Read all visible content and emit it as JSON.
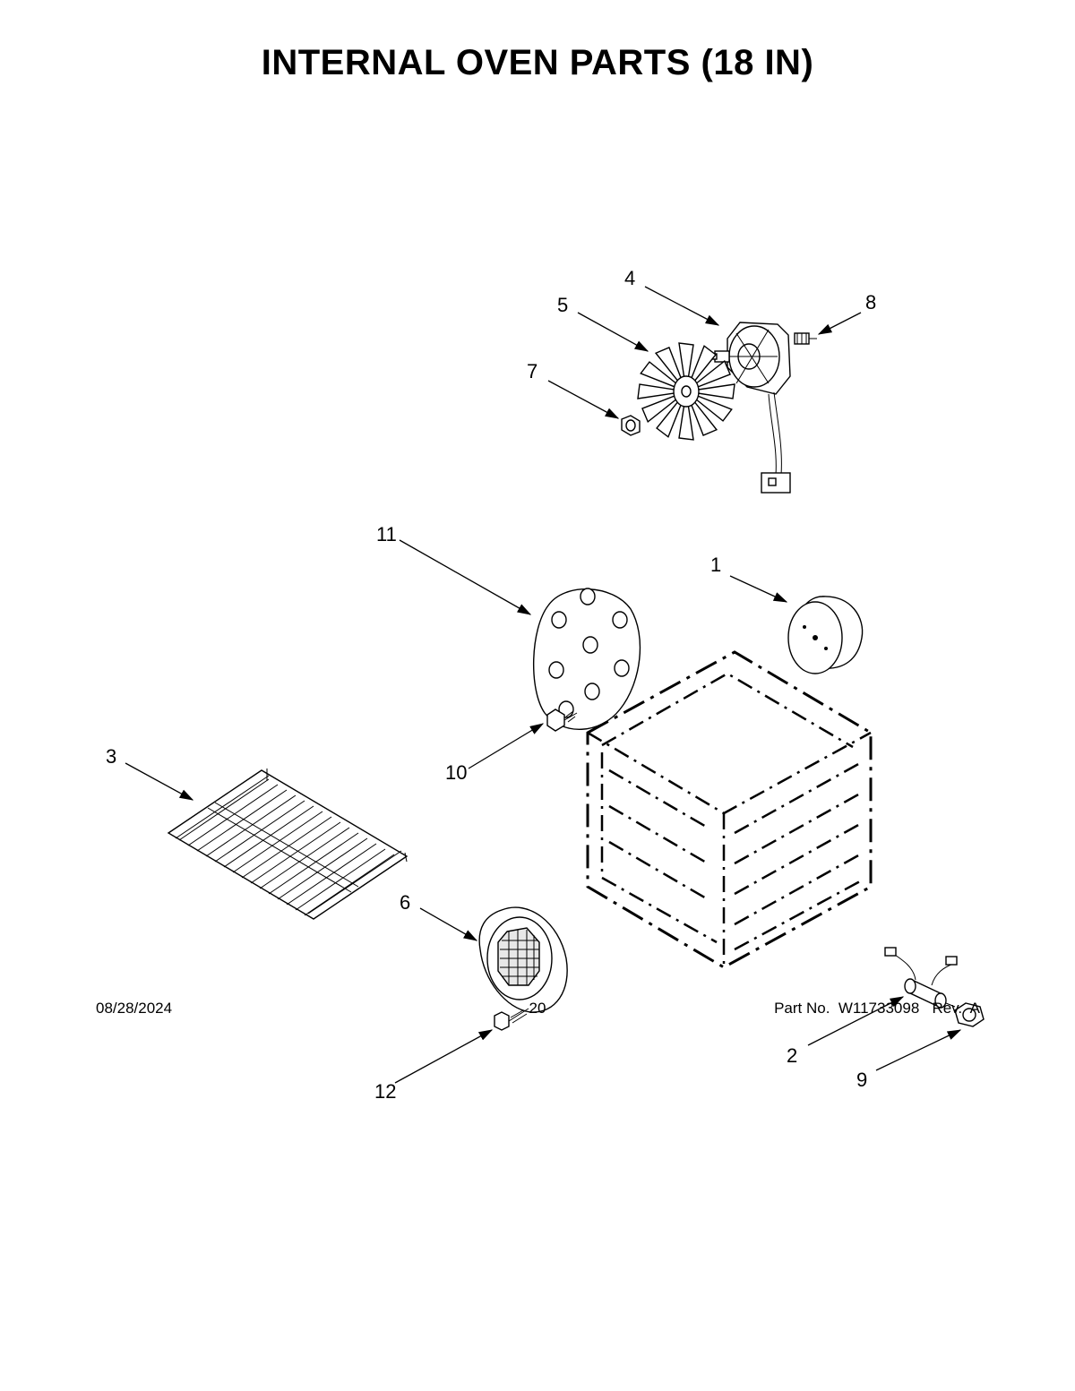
{
  "title": "INTERNAL OVEN PARTS (18 IN)",
  "callouts": {
    "c1": "1",
    "c2": "2",
    "c3": "3",
    "c4": "4",
    "c5": "5",
    "c6": "6",
    "c7": "7",
    "c8": "8",
    "c9": "9",
    "c10": "10",
    "c11": "11",
    "c12": "12"
  },
  "footer": {
    "date": "08/28/2024",
    "page": "20",
    "part_number": "Part No.  W11733098   Rev.  A"
  }
}
